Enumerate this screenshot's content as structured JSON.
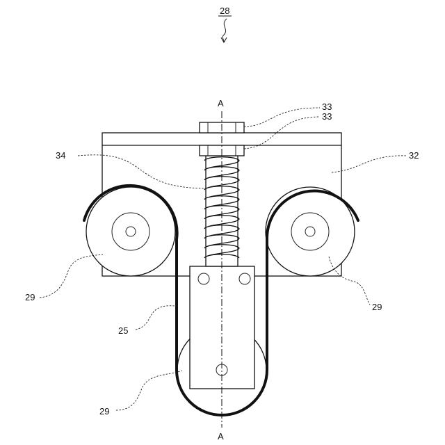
{
  "figure": {
    "ref_number": "28",
    "section_top": "A",
    "section_bottom": "A",
    "labels": {
      "nut_upper": "33",
      "nut_lower": "33",
      "spring": "34",
      "plate": "32",
      "roller_left": "29",
      "roller_right": "29",
      "belt": "25",
      "roller_bottom": "29"
    }
  }
}
